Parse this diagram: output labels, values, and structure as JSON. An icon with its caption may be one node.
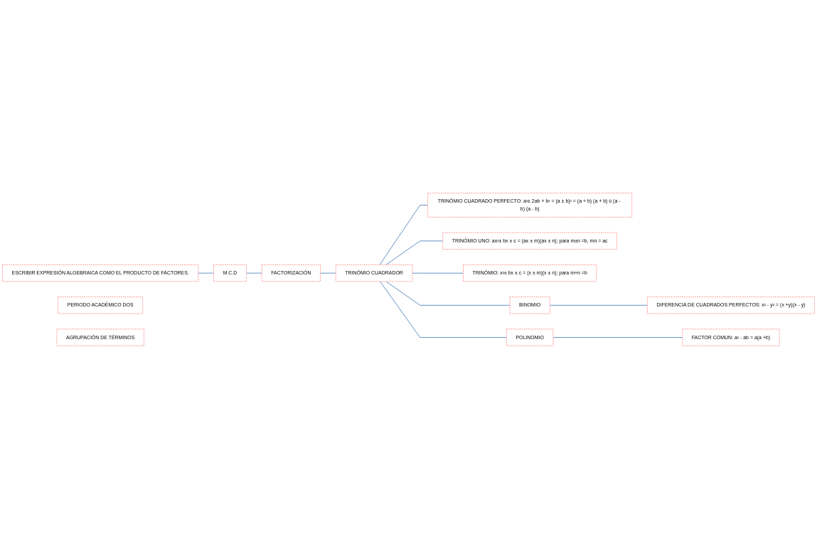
{
  "diagram": {
    "nodes": [
      {
        "text": [
          "ESCRIBIR EXPRESIÓN ALGEBRAICA COMO EL PRODUCTO DE FACTORES."
        ]
      },
      {
        "text": [
          "M.C.D"
        ]
      },
      {
        "text": [
          "FACTORIZACIÓN"
        ]
      },
      {
        "text": [
          "TRINÓMIO CUADRADOR"
        ]
      },
      {
        "text": [
          "TRINÓMIO CUADRADO PERFECTO: a²± 2ab + b² = (a ± b)² = (a + b) (a + b) ó (a - b) (a - b)"
        ]
      },
      {
        "text": [
          "TRINÓMIO UNO: ax²± bx ± c = (ax ± m)(ax ± n); para m±n =b, mn = ac"
        ]
      },
      {
        "text": [
          "TRINÓMIO: x²± bx ± c = (x ± m)(x ± n); para m+n =b"
        ]
      },
      {
        "text": [
          "PERIODO ACADÉMICO DOS"
        ]
      },
      {
        "text": [
          "BINOMIO"
        ]
      },
      {
        "text": [
          "DIFERENCIA DE CUADRADOS PERFECTOS:  x² - y² = (x +y)(x - y)"
        ]
      },
      {
        "text": [
          "POLINOMIO"
        ]
      },
      {
        "text": [
          "AGRUPACIÓN DE TÉRMINOS"
        ]
      },
      {
        "text": [
          "FACTOR COMUN: a² - ab = a(a +b)"
        ]
      }
    ],
    "edges": [
      {
        "from": 0,
        "to": 1,
        "arrow": "none"
      },
      {
        "from": 1,
        "to": 2,
        "arrow": "none"
      },
      {
        "from": 2,
        "to": 3,
        "arrow": "none"
      },
      {
        "from": 3,
        "to": 4,
        "arrow": "none"
      },
      {
        "from": 3,
        "to": 5,
        "arrow": "none"
      },
      {
        "from": 3,
        "to": 6,
        "arrow": "none"
      },
      {
        "from": 3,
        "to": 8,
        "arrow": "none"
      },
      {
        "from": 8,
        "to": 9,
        "arrow": "none"
      },
      {
        "from": 3,
        "to": 10,
        "arrow": "none"
      },
      {
        "from": 10,
        "to": 12,
        "arrow": "none"
      }
    ]
  }
}
